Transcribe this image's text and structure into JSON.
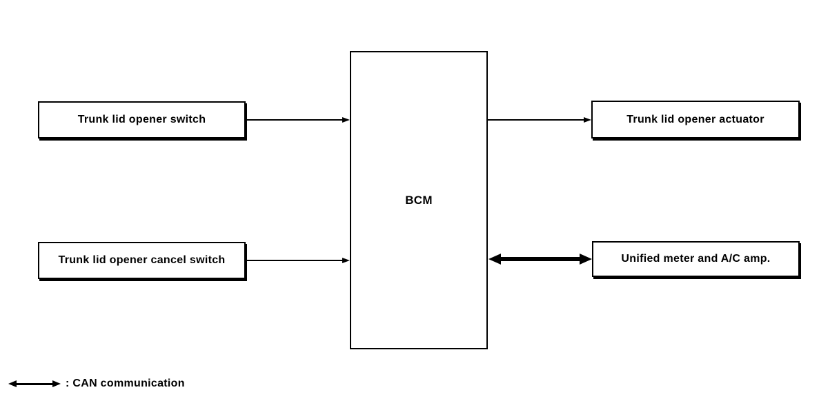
{
  "diagram": {
    "type": "block-diagram",
    "nodes": {
      "switch": {
        "label": "Trunk lid opener switch"
      },
      "cancel_switch": {
        "label": "Trunk lid opener cancel switch"
      },
      "bcm": {
        "label": "BCM"
      },
      "actuator": {
        "label": "Trunk lid opener actuator"
      },
      "unified_meter": {
        "label": "Unified meter and A/C amp."
      }
    },
    "connections": [
      {
        "from": "switch",
        "to": "bcm",
        "direction": "one-way",
        "style": "thin"
      },
      {
        "from": "cancel_switch",
        "to": "bcm",
        "direction": "one-way",
        "style": "thin"
      },
      {
        "from": "bcm",
        "to": "actuator",
        "direction": "one-way",
        "style": "thin"
      },
      {
        "from": "bcm",
        "to": "unified_meter",
        "direction": "two-way",
        "style": "thick-can"
      }
    ],
    "legend": {
      "can_label": ": CAN communication"
    },
    "colors": {
      "line": "#000000",
      "text": "#000000",
      "background": "#ffffff"
    }
  }
}
